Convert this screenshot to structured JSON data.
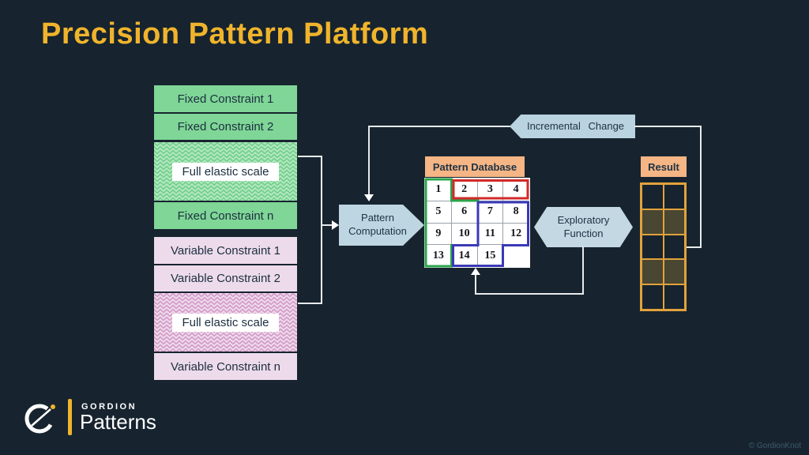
{
  "slide": {
    "title": "Precision Pattern Platform",
    "copyright": "© GordionKnot"
  },
  "brand": {
    "name_top": "GORDION",
    "name_bottom": "Patterns"
  },
  "fixed_constraints": {
    "item1": "Fixed Constraint 1",
    "item2": "Fixed Constraint 2",
    "elastic": "Full elastic scale",
    "itemN": "Fixed Constraint n"
  },
  "variable_constraints": {
    "item1": "Variable Constraint 1",
    "item2": "Variable Constraint 2",
    "elastic": "Full elastic scale",
    "itemN": "Variable Constraint n"
  },
  "nodes": {
    "pattern_computation": {
      "line1": "Pattern",
      "line2": "Computation"
    },
    "incremental_change": {
      "label": "Incremental Change"
    },
    "exploratory_function": {
      "line1": "Exploratory",
      "line2": "Function"
    },
    "database_title": "Pattern Database",
    "result_title": "Result"
  },
  "database": {
    "cells": [
      "1",
      "2",
      "3",
      "4",
      "5",
      "6",
      "7",
      "8",
      "9",
      "10",
      "11",
      "12",
      "13",
      "14",
      "15",
      ""
    ],
    "regions": [
      {
        "name": "green-region",
        "color": "#2aa44b",
        "cells": "1,5,6,9,10,13"
      },
      {
        "name": "red-region",
        "color": "#d22a2a",
        "cells": "2,3,4"
      },
      {
        "name": "blue-region",
        "color": "#3a39b6",
        "cells": "7,8,11,12,14,15"
      }
    ]
  },
  "result_grid": {
    "rows": 5,
    "cols": 2,
    "filled_rows": [
      2,
      4
    ],
    "border_color": "#e2a23b"
  },
  "colors": {
    "background": "#17242f",
    "title_gold": "#f0b42c",
    "green_solid": "#7fd697",
    "pink_solid": "#eddbeb",
    "node_blue": "#bed6e2",
    "header_orange": "#f5b585",
    "connector_white": "#e8eaec"
  }
}
